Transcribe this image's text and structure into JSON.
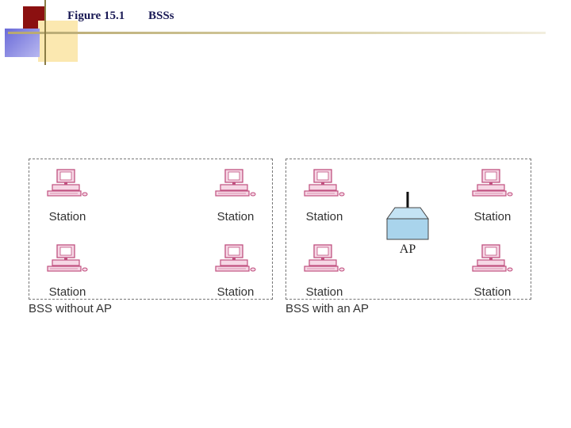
{
  "header": {
    "figure_number": "Figure 15.1",
    "figure_title": "BSSs"
  },
  "bss_without_ap": {
    "label": "BSS without AP",
    "stations": [
      "Station",
      "Station",
      "Station",
      "Station"
    ]
  },
  "bss_with_ap": {
    "label": "BSS with an AP",
    "stations": [
      "Station",
      "Station",
      "Station",
      "Station"
    ],
    "ap_label": "AP"
  },
  "colors": {
    "station": "#e07aa6",
    "ap_fill": "#a9d4ec",
    "border": "#777777"
  },
  "icons": {
    "station": "computer-station-icon",
    "ap": "access-point-icon"
  }
}
